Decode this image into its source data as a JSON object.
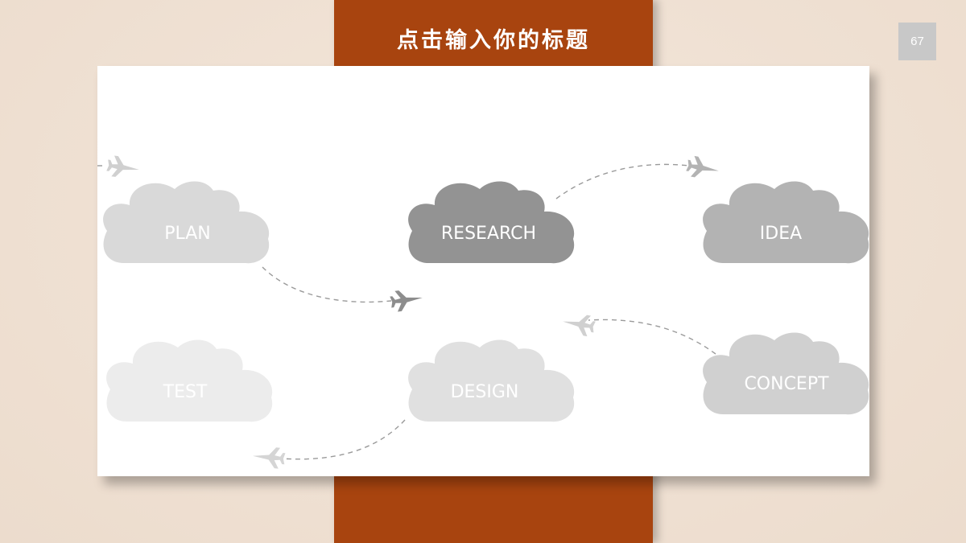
{
  "header": {
    "title": "点击输入你的标题",
    "page_number": "67"
  },
  "diagram": {
    "steps": [
      {
        "label": "PLAN",
        "color": "#d9d9d9"
      },
      {
        "label": "RESEARCH",
        "color": "#939393"
      },
      {
        "label": "IDEA",
        "color": "#b3b3b3"
      },
      {
        "label": "CONCEPT",
        "color": "#d0d0d0"
      },
      {
        "label": "DESIGN",
        "color": "#e0e0e0"
      },
      {
        "label": "TEST",
        "color": "#ececec"
      }
    ]
  },
  "colors": {
    "accent": "#a8440f",
    "panel": "#ffffff",
    "background": "#f0e0d2",
    "dash": "#9a9a9a"
  }
}
